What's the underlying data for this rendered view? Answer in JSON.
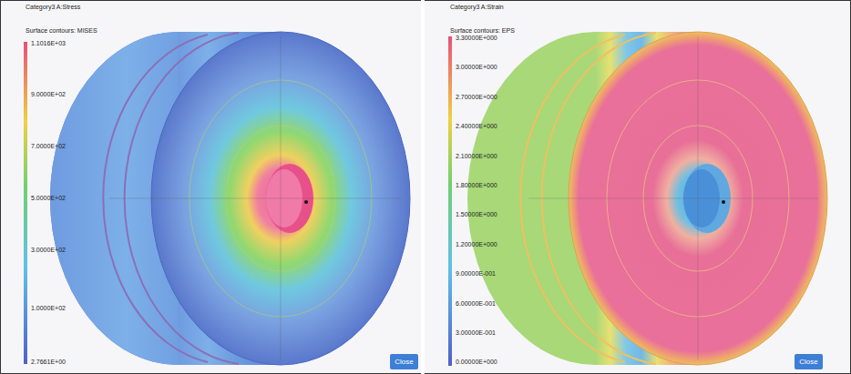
{
  "diagram": {
    "nodes": [
      {
        "text": [
          "Close"
        ]
      },
      {
        "text": [
          "Close"
        ]
      }
    ],
    "labels": [
      "Category3 A:Stress",
      "Surface contours: MISES",
      "1.1016E+03",
      "9.0000E+02",
      "7.0000E+02",
      "5.0000E+02",
      "3.0000E+02",
      "1.0000E+02",
      "2.7661E+00",
      "Category3 A:Strain",
      "Surface contours: EPS",
      "3.30000E+000",
      "3.00000E+000",
      "2.70000E+000",
      "2.40000E+000",
      "2.10000E+000",
      "1.80000E+000",
      "1.50000E+000",
      "1.20000E+000",
      "9.00000E-001",
      "6.00000E-001",
      "3.00000E-001",
      "0.00000E+000"
    ]
  }
}
